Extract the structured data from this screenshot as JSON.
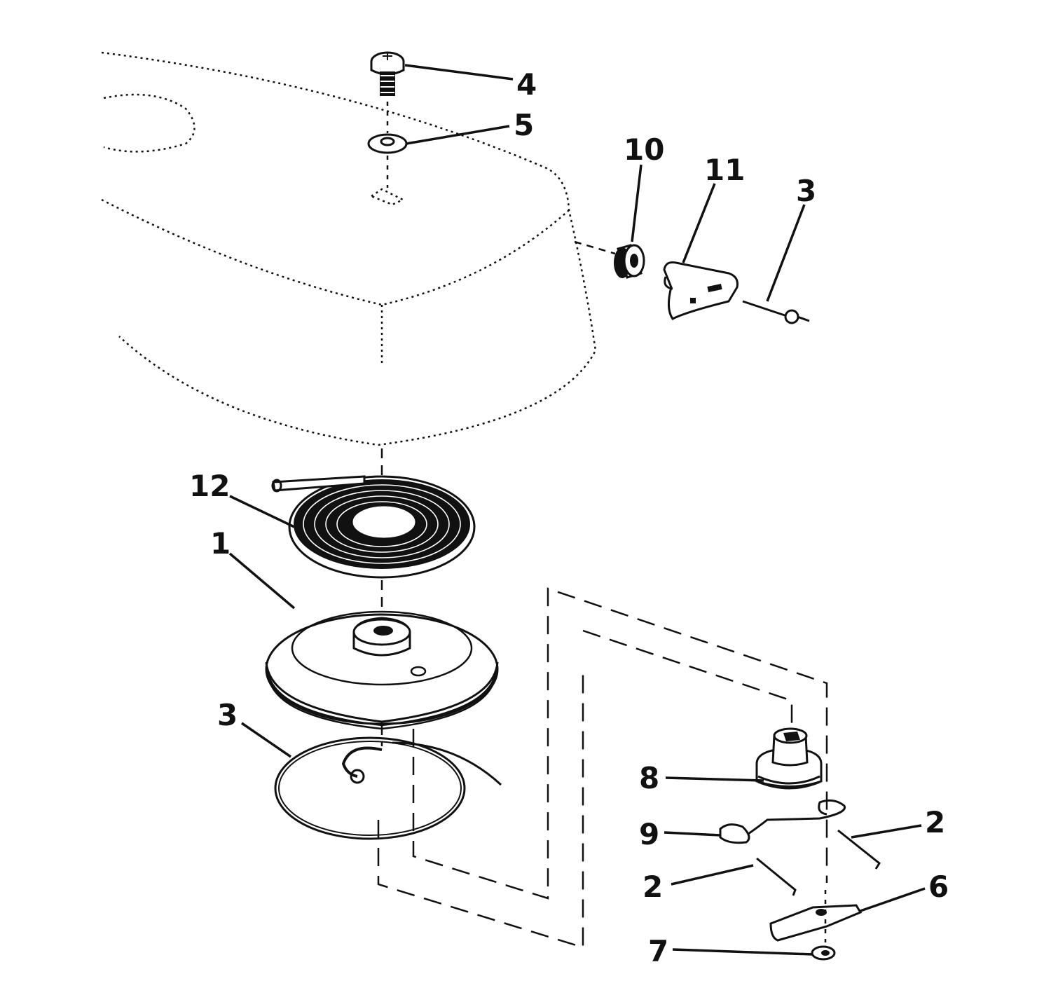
{
  "callouts": [
    {
      "id": "screw",
      "label": "4"
    },
    {
      "id": "washer",
      "label": "5"
    },
    {
      "id": "bushing",
      "label": "10"
    },
    {
      "id": "handle",
      "label": "11"
    },
    {
      "id": "rope-knot-top",
      "label": "3"
    },
    {
      "id": "spring",
      "label": "12"
    },
    {
      "id": "pulley",
      "label": "1"
    },
    {
      "id": "rope",
      "label": "3"
    },
    {
      "id": "hub",
      "label": "8"
    },
    {
      "id": "link",
      "label": "9"
    },
    {
      "id": "pawl-spring-left",
      "label": "2"
    },
    {
      "id": "pawl-spring-right",
      "label": "2"
    },
    {
      "id": "pawl",
      "label": "6"
    },
    {
      "id": "retainer",
      "label": "7"
    }
  ],
  "colors": {
    "ink": "#111111",
    "paper": "#ffffff"
  }
}
